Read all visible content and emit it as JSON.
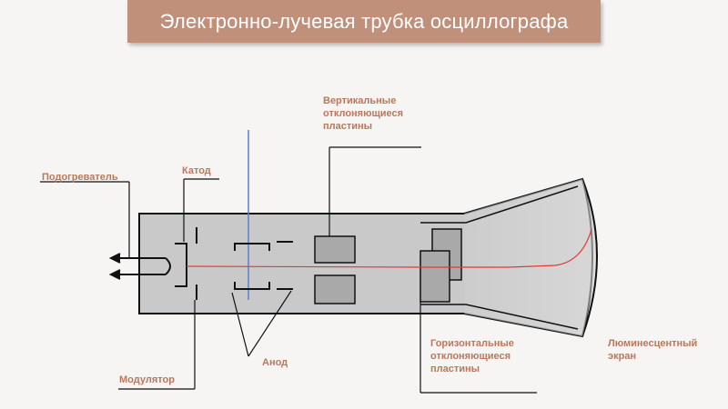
{
  "title": "Электронно-лучевая трубка осциллографа",
  "labels": {
    "heater": "Подогреватель",
    "cathode": "Катод",
    "modulator": "Модулятор",
    "anode": "Анод",
    "vertical_plates": "Вертикальные\nотклоняющиеся\nпластины",
    "horizontal_plates": "Горизонтальные\nотклоняющиеся\nпластины",
    "screen": "Люминесцентный\nэкран"
  },
  "colors": {
    "banner": "#c0907b",
    "label": "#b9785c",
    "beam": "#e03a3a",
    "axis_line": "#5a7fd0",
    "tube_fill": "#c9c9c9",
    "plate_fill": "#a9a9a9"
  }
}
